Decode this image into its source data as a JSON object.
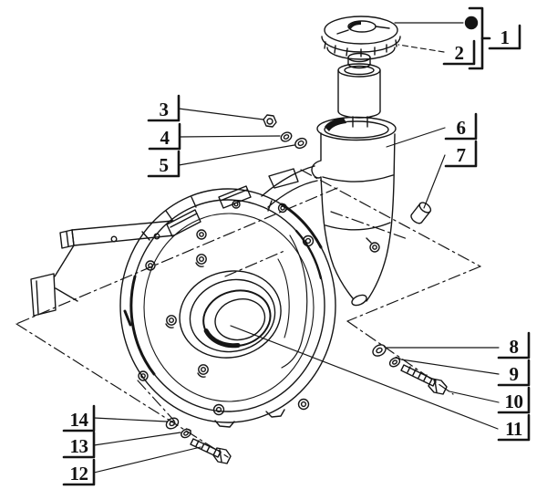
{
  "figure": {
    "kind": "exploded parts diagram",
    "subject": "engine flywheel-side cover with oil filler tube, cap and fasteners",
    "background_color": "#ffffff",
    "line_color": "#151515"
  },
  "callouts": [
    {
      "label": "1"
    },
    {
      "label": "2"
    },
    {
      "label": "3"
    },
    {
      "label": "4"
    },
    {
      "label": "5"
    },
    {
      "label": "6"
    },
    {
      "label": "7"
    },
    {
      "label": "8"
    },
    {
      "label": "9"
    },
    {
      "label": "10"
    },
    {
      "label": "11"
    },
    {
      "label": "12"
    },
    {
      "label": "13"
    },
    {
      "label": "14"
    }
  ]
}
